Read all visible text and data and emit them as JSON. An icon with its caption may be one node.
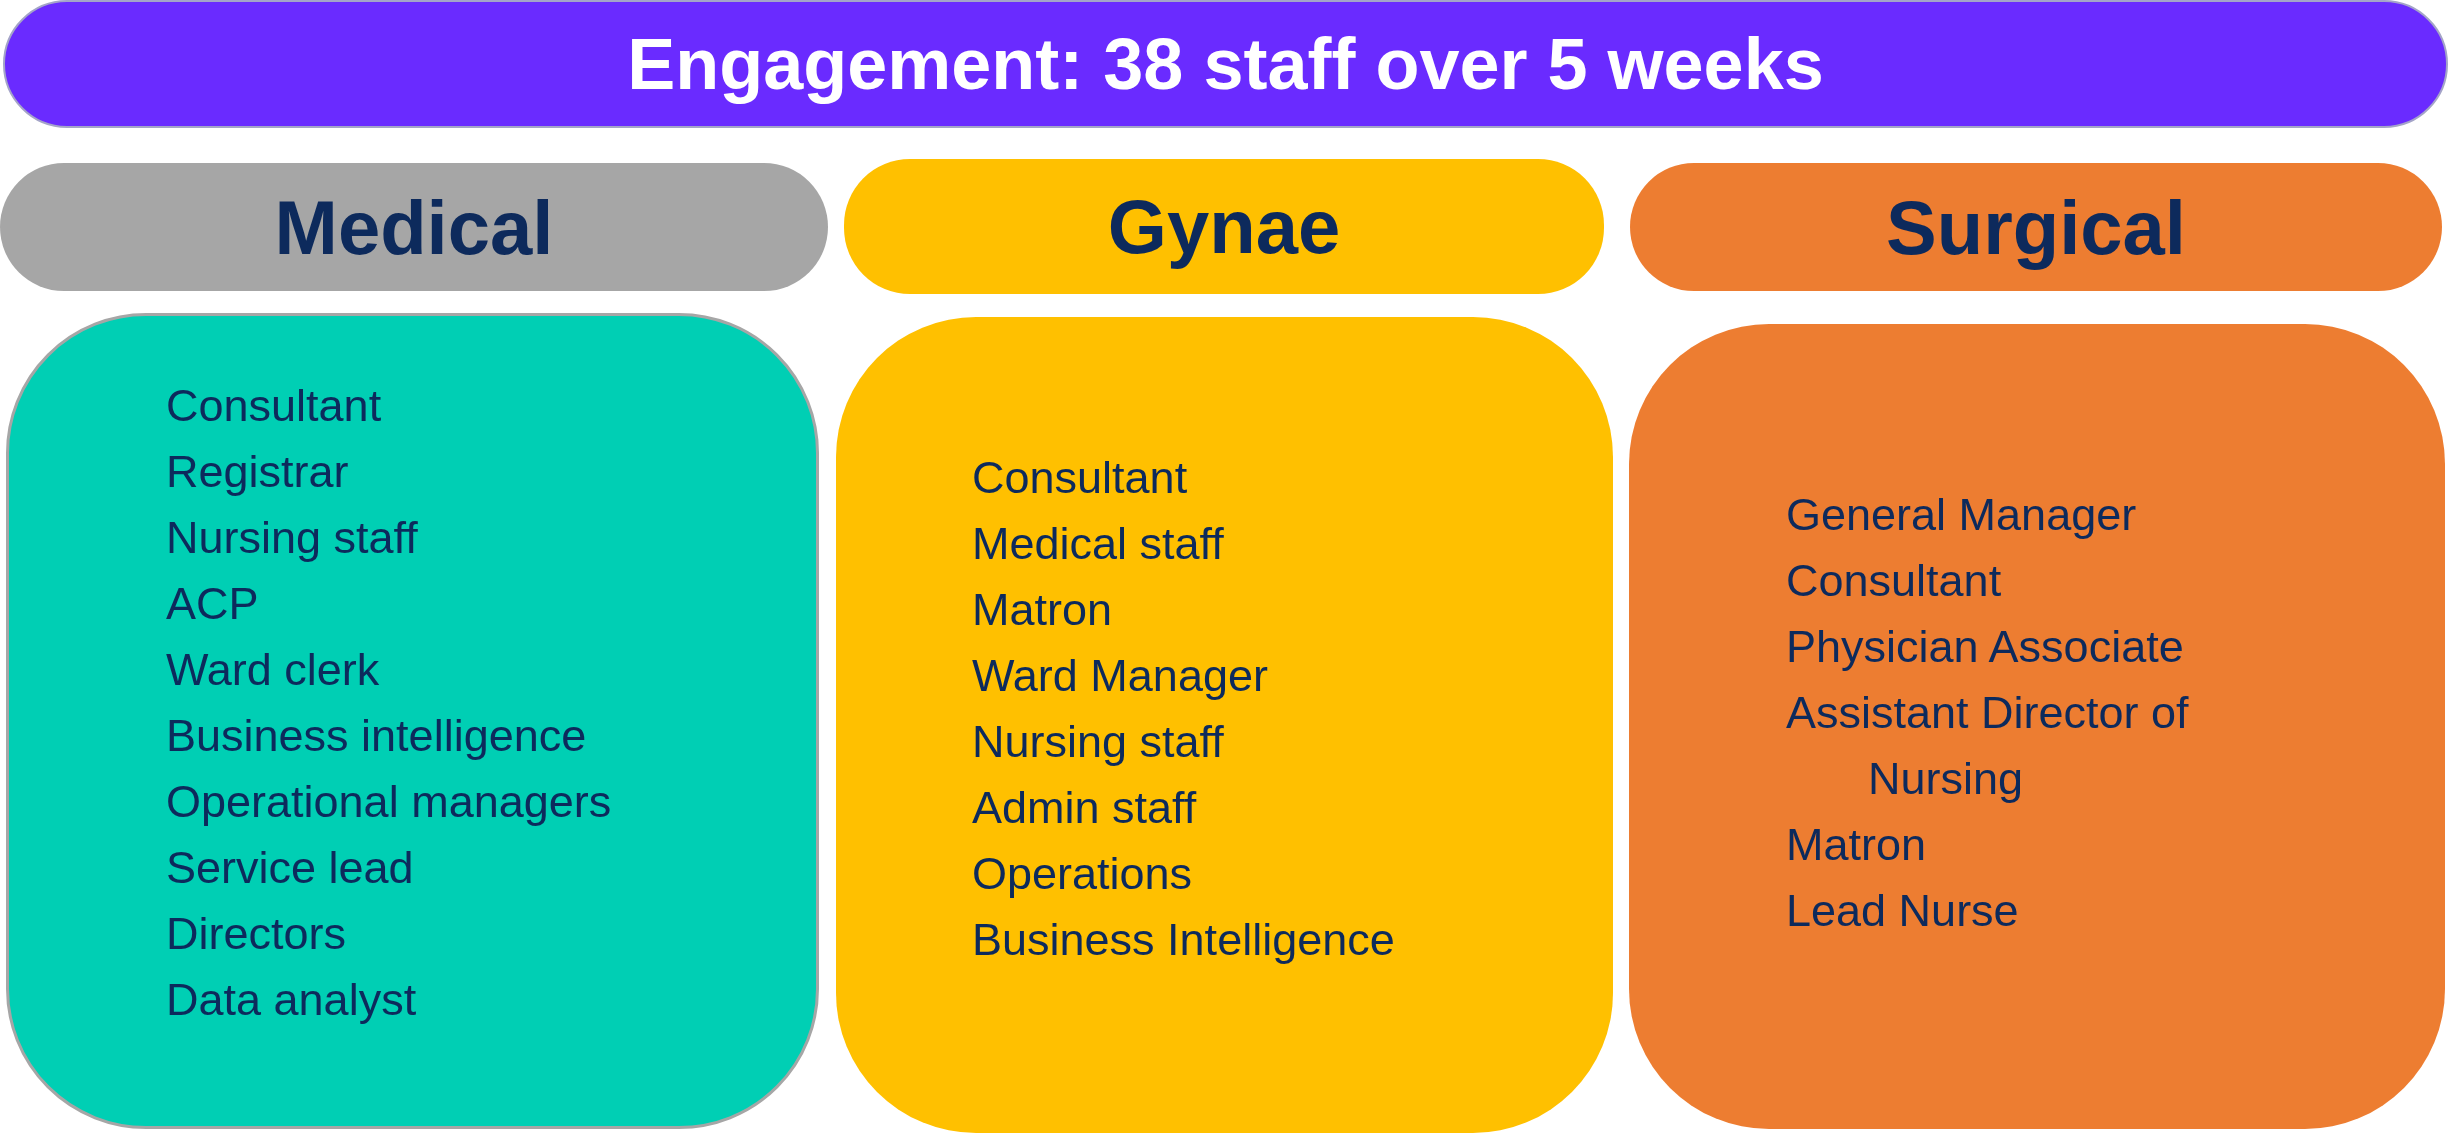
{
  "diagram": {
    "title": "Engagement: 38 staff over 5 weeks",
    "nodes": [
      {
        "text": [
          "Medical"
        ]
      },
      {
        "text": [
          "Consultant",
          "Registrar",
          "Nursing staff",
          "ACP",
          "Ward clerk",
          "Business intelligence",
          "Operational managers",
          "Service lead",
          "Directors",
          "Data analyst"
        ]
      },
      {
        "text": [
          "Gynae"
        ]
      },
      {
        "text": [
          "Consultant",
          "Medical staff",
          "Matron",
          "Ward Manager",
          "Nursing staff",
          "Admin staff",
          "Operations",
          "Business Intelligence"
        ]
      },
      {
        "text": [
          "Surgical"
        ]
      },
      {
        "text": [
          "General Manager",
          "Consultant",
          "Physician Associate",
          "Assistant Director of Nursing",
          "Matron",
          "Lead Nurse"
        ]
      }
    ]
  }
}
